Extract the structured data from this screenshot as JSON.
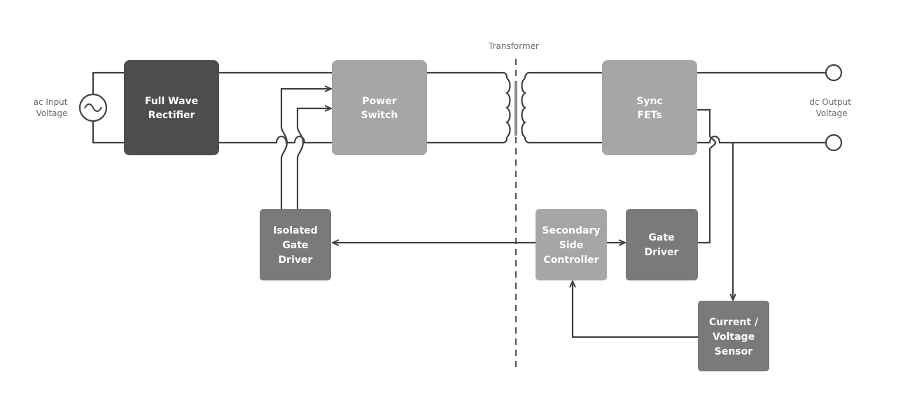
{
  "labels": {
    "ac_input": [
      "ac Input",
      "Voltage"
    ],
    "dc_output": [
      "dc Output",
      "Voltage"
    ],
    "transformer": "Transformer"
  },
  "blocks": {
    "rectifier": {
      "lines": [
        "Full Wave",
        "Rectifier"
      ],
      "color": "#4d4d4d"
    },
    "power_switch": {
      "lines": [
        "Power",
        "Switch"
      ],
      "color": "#a6a6a6"
    },
    "sync_fets": {
      "lines": [
        "Sync",
        "FETs"
      ],
      "color": "#a6a6a6"
    },
    "isolated_gate_driver": {
      "lines": [
        "Isolated",
        "Gate",
        "Driver"
      ],
      "color": "#7a7a7a"
    },
    "secondary_controller": {
      "lines": [
        "Secondary",
        "Side",
        "Controller"
      ],
      "color": "#a6a6a6"
    },
    "gate_driver": {
      "lines": [
        "Gate",
        "Driver"
      ],
      "color": "#7a7a7a"
    },
    "sensor": {
      "lines": [
        "Current /",
        "Voltage",
        "Sensor"
      ],
      "color": "#7a7a7a"
    }
  },
  "colors": {
    "wire": "#404040",
    "label": "#6b6b6b"
  }
}
